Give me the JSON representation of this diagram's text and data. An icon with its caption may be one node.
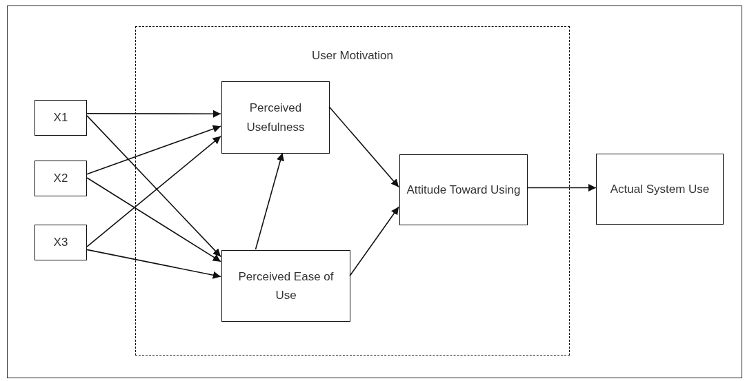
{
  "diagram": {
    "nodes": [
      {
        "text": [
          "User Motivation"
        ]
      },
      {
        "text": [
          "X1"
        ]
      },
      {
        "text": [
          "X2"
        ]
      },
      {
        "text": [
          "X3"
        ]
      },
      {
        "text": [
          "Perceived Usefulness"
        ],
        "in": 0
      },
      {
        "text": [
          "Perceived Ease of Use"
        ],
        "in": 0
      },
      {
        "text": [
          "Attitude Toward Using"
        ],
        "in": 0
      },
      {
        "text": [
          "Actual System Use"
        ]
      }
    ],
    "edges": [
      {
        "from": 1,
        "to": 4,
        "arrow": "to"
      },
      {
        "from": 1,
        "to": 5,
        "arrow": "to"
      },
      {
        "from": 2,
        "to": 4,
        "arrow": "to"
      },
      {
        "from": 2,
        "to": 5,
        "arrow": "to"
      },
      {
        "from": 3,
        "to": 4,
        "arrow": "to"
      },
      {
        "from": 3,
        "to": 5,
        "arrow": "to"
      },
      {
        "from": 5,
        "to": 4,
        "arrow": "to"
      },
      {
        "from": 4,
        "to": 6,
        "arrow": "to"
      },
      {
        "from": 5,
        "to": 6,
        "arrow": "to"
      },
      {
        "from": 6,
        "to": 7,
        "arrow": "to"
      }
    ]
  }
}
